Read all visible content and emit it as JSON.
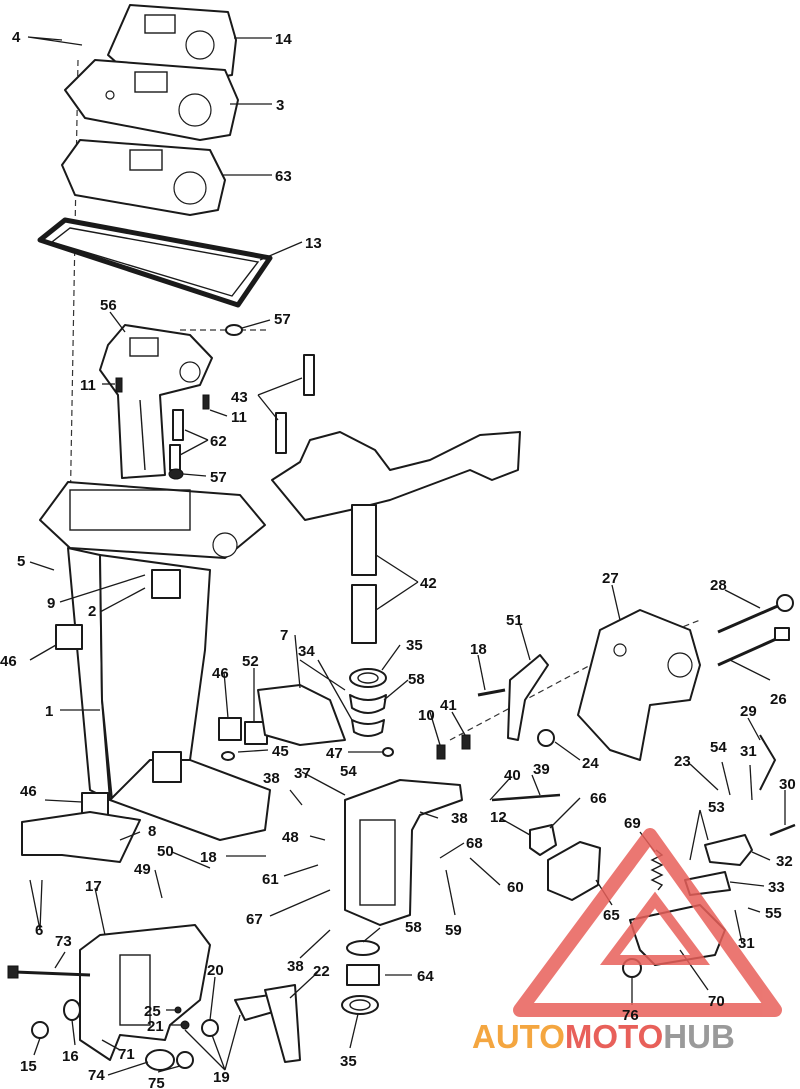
{
  "callouts": {
    "c4": "4",
    "c14": "14",
    "c3": "3",
    "c63": "63",
    "c13": "13",
    "c56": "56",
    "c57a": "57",
    "c11a": "11",
    "c11b": "11",
    "c43": "43",
    "c62": "62",
    "c57b": "57",
    "c5": "5",
    "c9": "9",
    "c2": "2",
    "c46a": "46",
    "c1": "1",
    "c42": "42",
    "c27": "27",
    "c28": "28",
    "c26": "26",
    "c51": "51",
    "c18a": "18",
    "c35a": "35",
    "c34": "34",
    "c58a": "58",
    "c7": "7",
    "c46b": "46",
    "c52": "52",
    "c45": "45",
    "c47": "47",
    "c54a": "54",
    "c10": "10",
    "c41": "41",
    "c24": "24",
    "c29": "29",
    "c23": "23",
    "c54b": "54",
    "c31a": "31",
    "c30": "30",
    "c38a": "38",
    "c37": "37",
    "c40": "40",
    "c39": "39",
    "c66": "66",
    "c46c": "46",
    "c8": "8",
    "c48": "48",
    "c38b": "38",
    "c12": "12",
    "c68": "68",
    "c69": "69",
    "c53": "53",
    "c32": "32",
    "c50": "50",
    "c18b": "18",
    "c61": "61",
    "c60": "60",
    "c33": "33",
    "c49": "49",
    "c59": "59",
    "c65": "65",
    "c55": "55",
    "c6": "6",
    "c17": "17",
    "c67": "67",
    "c31b": "31",
    "c73": "73",
    "c58b": "58",
    "c38c": "38",
    "c22": "22",
    "c64": "64",
    "c20": "20",
    "c25": "25",
    "c21": "21",
    "c15": "15",
    "c16": "16",
    "c71": "71",
    "c74": "74",
    "c75": "75",
    "c19": "19",
    "c35b": "35",
    "c76": "76",
    "c70": "70"
  },
  "watermark": {
    "part1": "AUTO",
    "part2": "MOTO",
    "part3": "HUB",
    "color_orange": "#f4a640",
    "color_red": "#e8605a",
    "color_gray": "#9a9a9a"
  }
}
